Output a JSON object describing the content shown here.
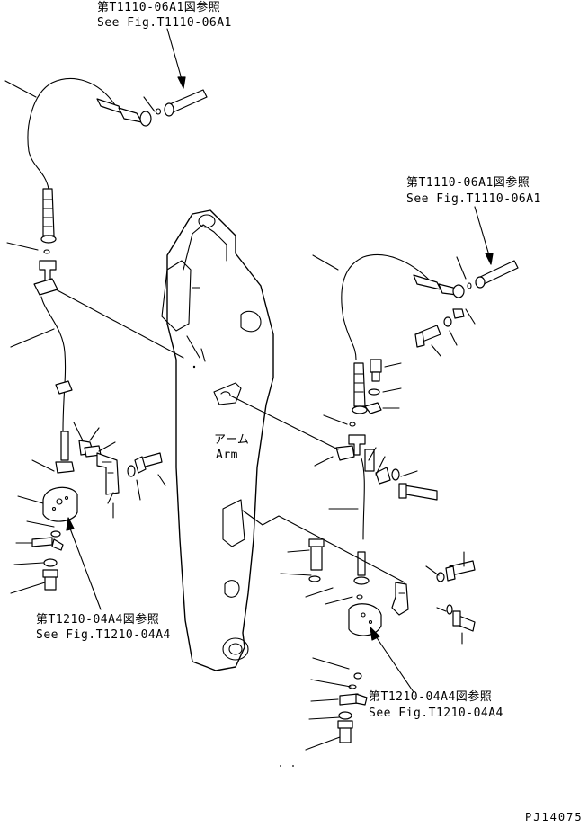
{
  "figure": {
    "reference_top": {
      "jp": "第T1110-06A1図参照",
      "en": "See Fig.T1110-06A1"
    },
    "reference_right": {
      "jp": "第T1110-06A1図参照",
      "en": "See Fig.T1110-06A1"
    },
    "arm_label": {
      "jp": "アーム",
      "en": "Arm"
    },
    "reference_left": {
      "jp": "第T1210-04A4図参照",
      "en": "See Fig.T1210-04A4"
    },
    "reference_bottom_right": {
      "jp": "第T1210-04A4図参照",
      "en": "See Fig.T1210-04A4"
    },
    "drawing_code": "PJ14075"
  },
  "colors": {
    "ink": "#000000",
    "paper": "#ffffff"
  }
}
